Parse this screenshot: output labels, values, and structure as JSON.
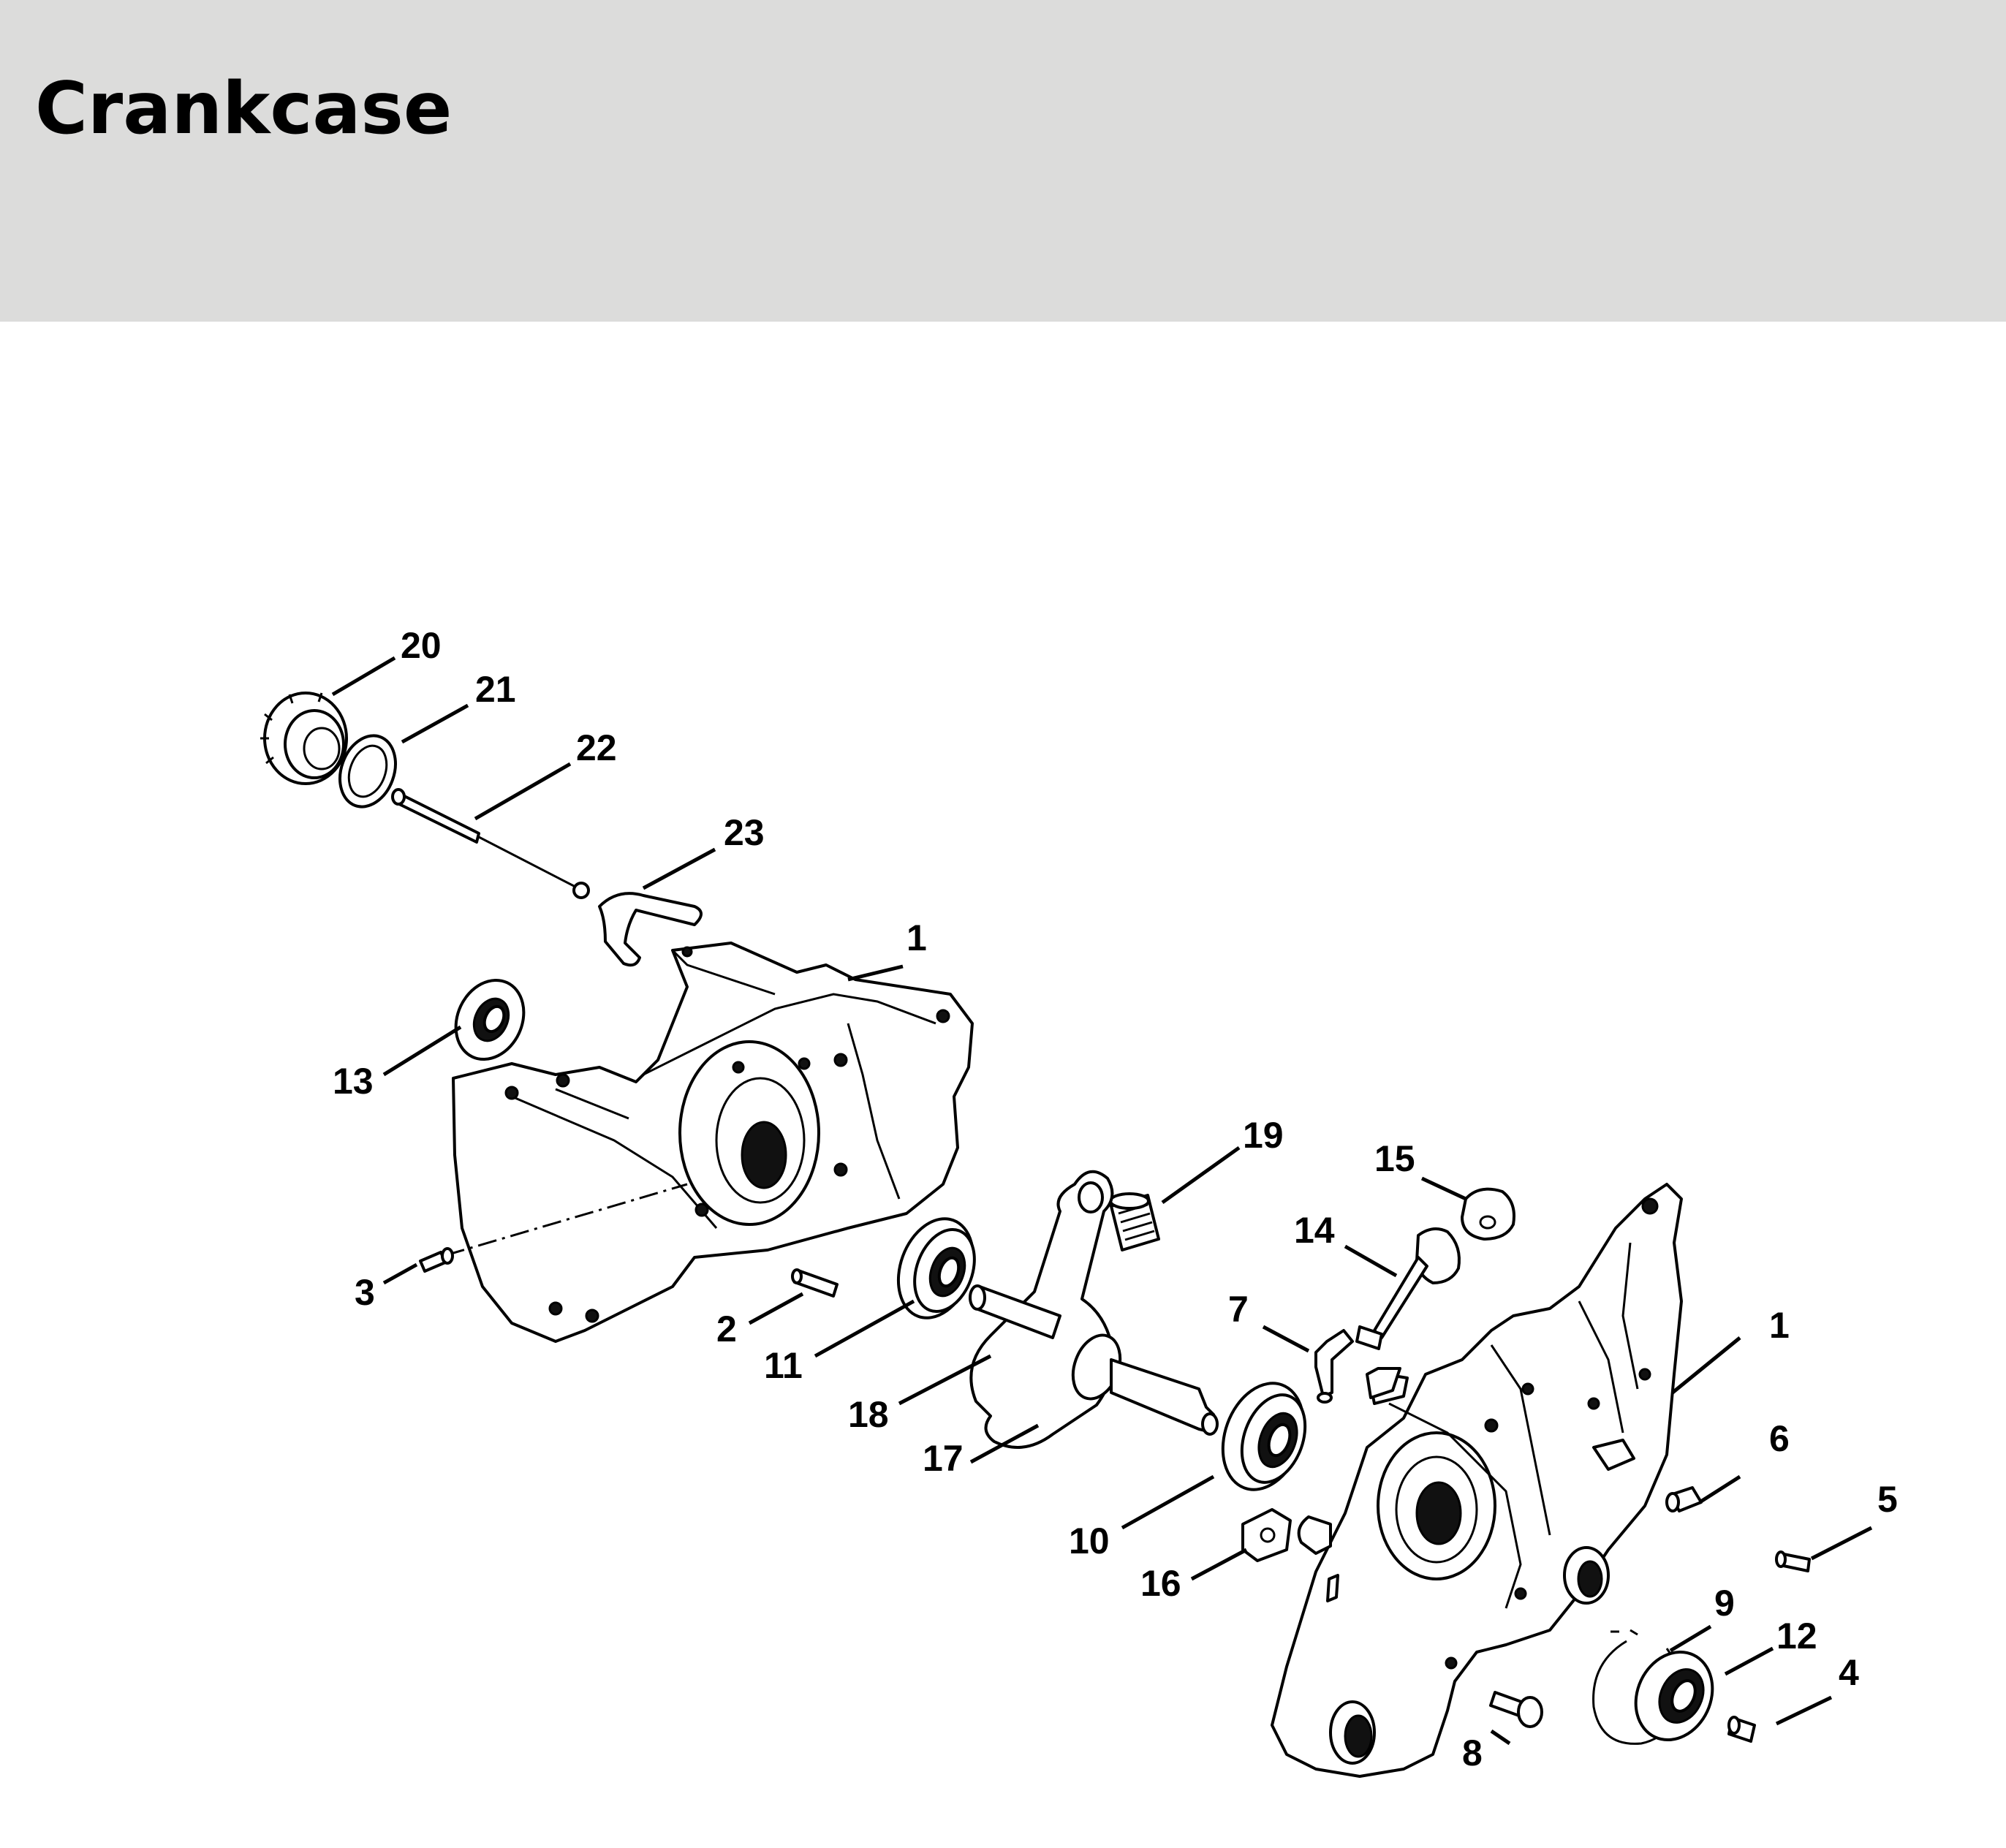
{
  "page": {
    "title": "Crankcase"
  },
  "callouts": [
    {
      "id": "c20",
      "label": "20"
    },
    {
      "id": "c21",
      "label": "21"
    },
    {
      "id": "c22",
      "label": "22"
    },
    {
      "id": "c23",
      "label": "23"
    },
    {
      "id": "c1a",
      "label": "1"
    },
    {
      "id": "c13",
      "label": "13"
    },
    {
      "id": "c19",
      "label": "19"
    },
    {
      "id": "c15",
      "label": "15"
    },
    {
      "id": "c14",
      "label": "14"
    },
    {
      "id": "c3",
      "label": "3"
    },
    {
      "id": "c7",
      "label": "7"
    },
    {
      "id": "c1b",
      "label": "1"
    },
    {
      "id": "c2",
      "label": "2"
    },
    {
      "id": "c11",
      "label": "11"
    },
    {
      "id": "c18",
      "label": "18"
    },
    {
      "id": "c6",
      "label": "6"
    },
    {
      "id": "c17",
      "label": "17"
    },
    {
      "id": "c5",
      "label": "5"
    },
    {
      "id": "c10",
      "label": "10"
    },
    {
      "id": "c16",
      "label": "16"
    },
    {
      "id": "c9",
      "label": "9"
    },
    {
      "id": "c12",
      "label": "12"
    },
    {
      "id": "c4",
      "label": "4"
    },
    {
      "id": "c8",
      "label": "8"
    }
  ]
}
